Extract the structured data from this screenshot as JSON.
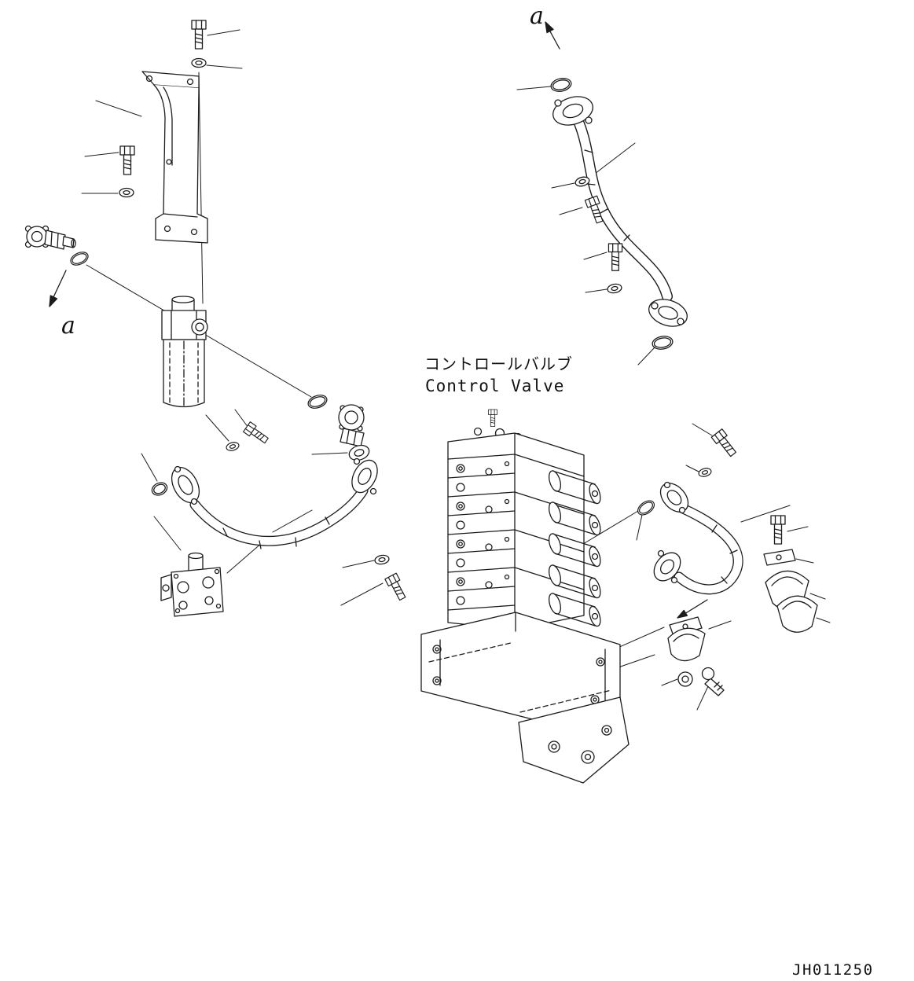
{
  "diagram": {
    "kind": "exploded-parts-diagram",
    "labels": {
      "control_valve_ja": "コントロールバルブ",
      "control_valve_en": "Control Valve",
      "view_a_top": "a",
      "view_a_left": "a",
      "drawing_number": "JH011250"
    },
    "colors": {
      "line": "#1c1c1c",
      "background": "#ffffff"
    }
  }
}
